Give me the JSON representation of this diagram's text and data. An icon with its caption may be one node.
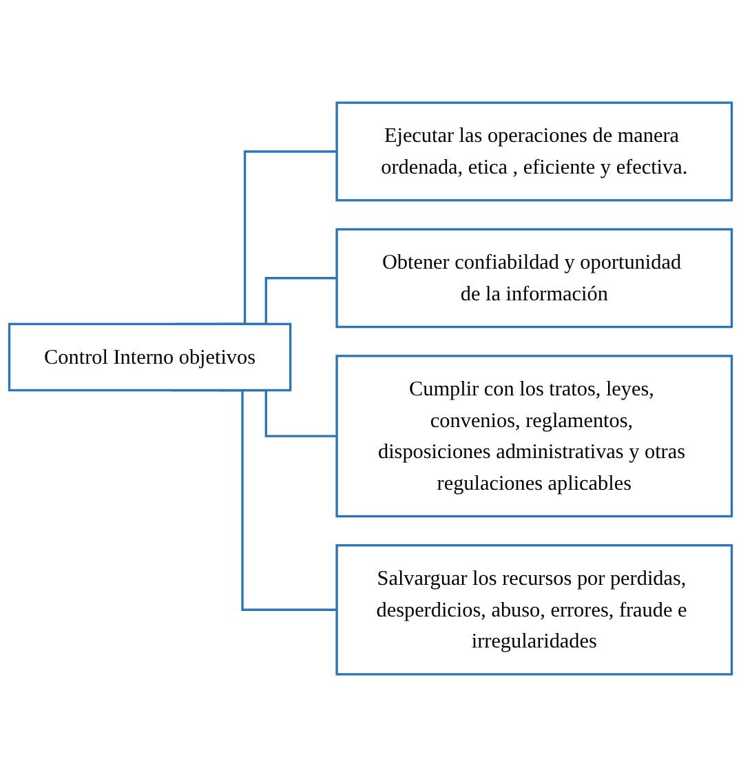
{
  "diagram": {
    "nodes": [
      {
        "text": [
          "Control Interno objetivos"
        ]
      },
      {
        "text": [
          "Ejecutar las operaciones de manera ordenada, etica , eficiente y efectiva."
        ]
      },
      {
        "text": [
          "Obtener confiabildad y oportunidad de la información"
        ]
      },
      {
        "text": [
          "Cumplir con los tratos, leyes, convenios, reglamentos, disposiciones administrativas y otras regulaciones aplicables"
        ]
      },
      {
        "text": [
          "Salvarguar los recursos por perdidas, desperdicios, abuso, errores, fraude e irregularidades"
        ]
      }
    ],
    "edges": [
      {
        "from": 0,
        "to": 1,
        "arrow": "none"
      },
      {
        "from": 0,
        "to": 2,
        "arrow": "none"
      },
      {
        "from": 0,
        "to": 3,
        "arrow": "none"
      },
      {
        "from": 0,
        "to": 4,
        "arrow": "none"
      }
    ]
  }
}
